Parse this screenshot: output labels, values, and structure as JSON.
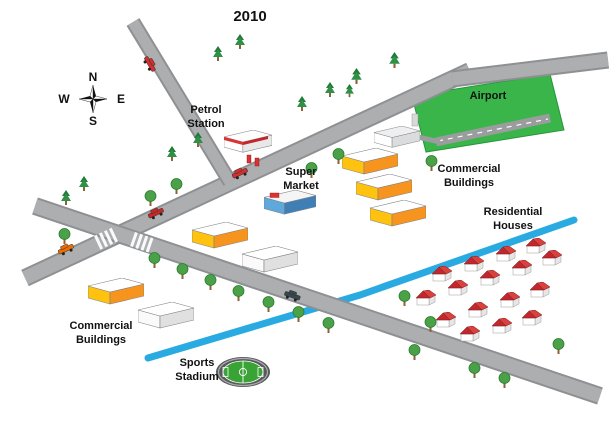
{
  "title": "2010",
  "compass": {
    "n": "N",
    "e": "E",
    "s": "S",
    "w": "W"
  },
  "labels": {
    "petrol_station": "Petrol Station",
    "super_market": "Super Market",
    "airport": "Airport",
    "commercial_buildings_ne": "Commercial Buildings",
    "residential_houses": "Residential Houses",
    "commercial_buildings_sw": "Commercial Buildings",
    "sports_stadium": "Sports Stadium"
  },
  "colors": {
    "road": "#ACAEB0",
    "river": "#29ABE2",
    "airport_grass": "#39B54A",
    "house_roof": "#C1272D",
    "commercial_yellow": "#FFC20E",
    "commercial_orange": "#F7941D",
    "supermarket_blue": "#5FA8DC",
    "tree_green": "#2E9147",
    "stadium_pitch": "#3AA335"
  }
}
